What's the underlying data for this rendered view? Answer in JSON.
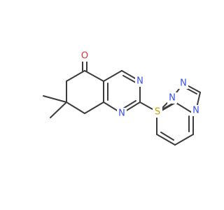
{
  "atoms": [
    {
      "id": "o1",
      "symbol": "O",
      "color": "#e8303a"
    },
    {
      "id": "n1",
      "symbol": "N",
      "color": "#3a50e8"
    },
    {
      "id": "n2",
      "symbol": "N",
      "color": "#3a50e8"
    },
    {
      "id": "s1",
      "symbol": "S",
      "color": "#c8a000"
    },
    {
      "id": "n3",
      "symbol": "N",
      "color": "#3a50e8"
    },
    {
      "id": "n4",
      "symbol": "N",
      "color": "#3a50e8"
    },
    {
      "id": "n5",
      "symbol": "N",
      "color": "#3a50e8"
    }
  ],
  "bond_color": "#3c3c3c"
}
